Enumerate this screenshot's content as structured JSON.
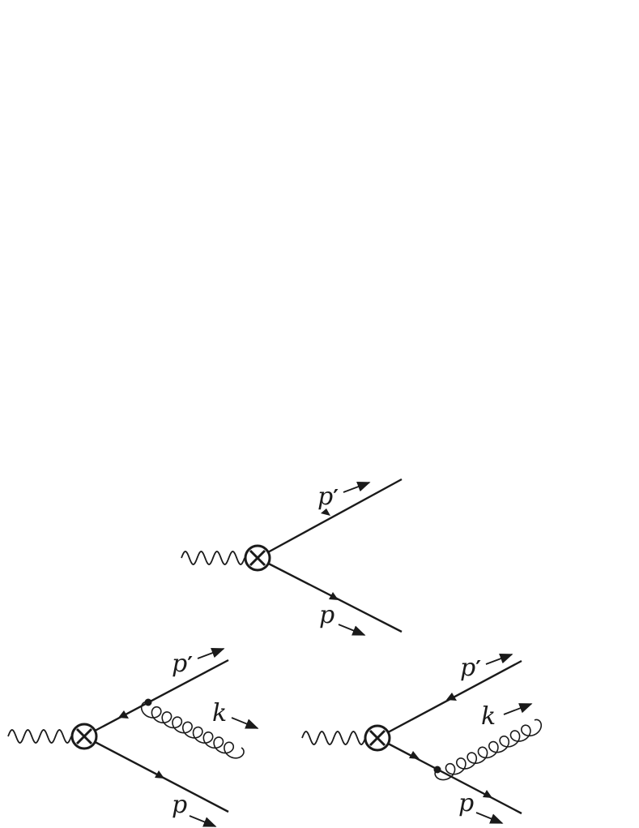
{
  "diagrams": [
    {
      "name": "tree-level-vertex",
      "labels": {
        "outgoing_antiquark": "p",
        "outgoing_quark": "p",
        "prime_mark": "′"
      }
    },
    {
      "name": "gluon-emission-from-antiquark",
      "labels": {
        "outgoing_antiquark": "p",
        "outgoing_quark": "p",
        "gluon": "k",
        "prime_mark": "′"
      }
    },
    {
      "name": "gluon-emission-from-quark",
      "labels": {
        "outgoing_antiquark": "p",
        "outgoing_quark": "p",
        "gluon": "k",
        "prime_mark": "′"
      }
    }
  ],
  "colors": {
    "ink": "#1a1a1a",
    "background": "#ffffff"
  },
  "icons": {
    "current_vertex": "circled-times-icon",
    "qcd_vertex": "dot-vertex-icon"
  }
}
